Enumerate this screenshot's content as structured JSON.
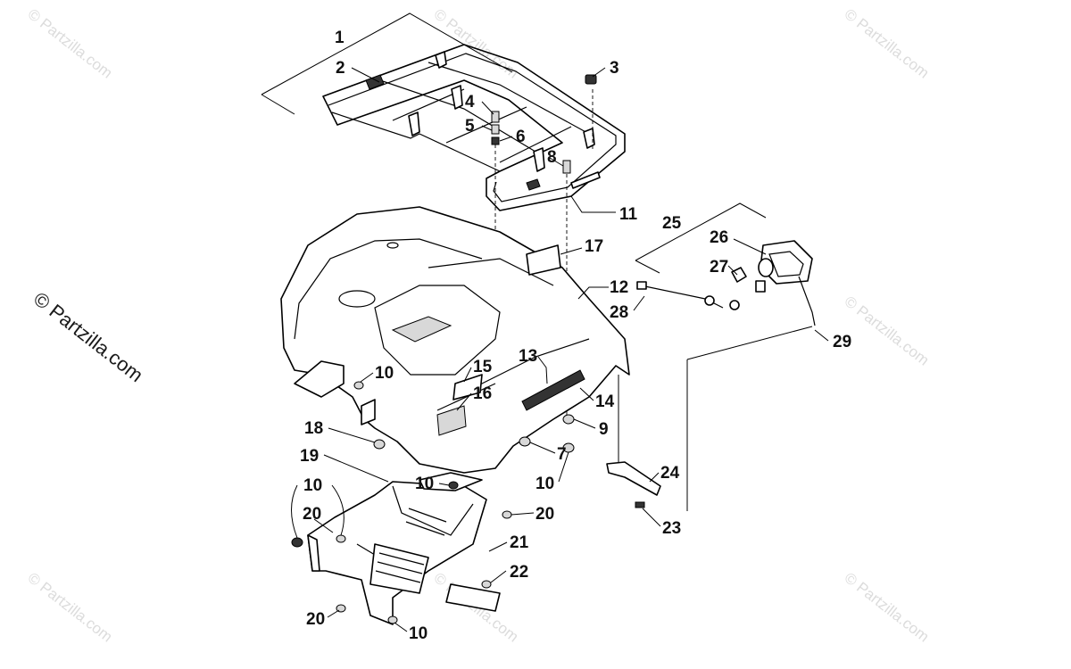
{
  "watermark": {
    "text": "© Partzilla.com",
    "main_text": "© Partzilla.com"
  },
  "callouts": [
    {
      "id": "1",
      "text": "1"
    },
    {
      "id": "2",
      "text": "2"
    },
    {
      "id": "3",
      "text": "3"
    },
    {
      "id": "4",
      "text": "4"
    },
    {
      "id": "5",
      "text": "5"
    },
    {
      "id": "6",
      "text": "6"
    },
    {
      "id": "8",
      "text": "8"
    },
    {
      "id": "11",
      "text": "11"
    },
    {
      "id": "25",
      "text": "25"
    },
    {
      "id": "26",
      "text": "26"
    },
    {
      "id": "17",
      "text": "17"
    },
    {
      "id": "12",
      "text": "12"
    },
    {
      "id": "27",
      "text": "27"
    },
    {
      "id": "28",
      "text": "28"
    },
    {
      "id": "29",
      "text": "29"
    },
    {
      "id": "13",
      "text": "13"
    },
    {
      "id": "15",
      "text": "15"
    },
    {
      "id": "10a",
      "text": "10"
    },
    {
      "id": "14",
      "text": "14"
    },
    {
      "id": "16",
      "text": "16"
    },
    {
      "id": "18",
      "text": "18"
    },
    {
      "id": "9",
      "text": "9"
    },
    {
      "id": "7",
      "text": "7"
    },
    {
      "id": "19",
      "text": "19"
    },
    {
      "id": "10b",
      "text": "10"
    },
    {
      "id": "24",
      "text": "24"
    },
    {
      "id": "10c",
      "text": "10"
    },
    {
      "id": "10d",
      "text": "10"
    },
    {
      "id": "20a",
      "text": "20"
    },
    {
      "id": "20b",
      "text": "20"
    },
    {
      "id": "23",
      "text": "23"
    },
    {
      "id": "21",
      "text": "21"
    },
    {
      "id": "22",
      "text": "22"
    },
    {
      "id": "20c",
      "text": "20"
    },
    {
      "id": "10e",
      "text": "10"
    }
  ]
}
